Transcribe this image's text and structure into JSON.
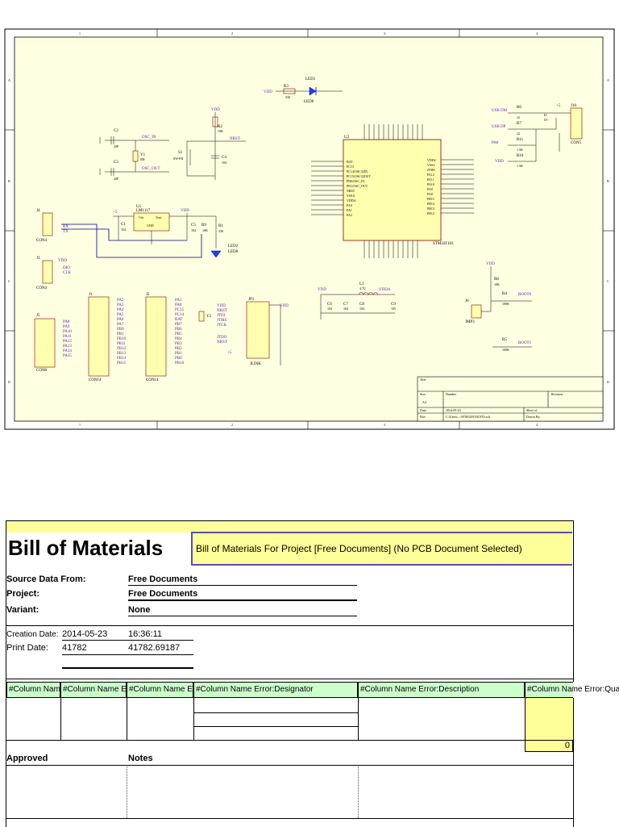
{
  "schematic": {
    "border_numbers": [
      "1",
      "2",
      "3",
      "4"
    ],
    "border_letters": [
      "A",
      "B",
      "C",
      "D"
    ],
    "title_block": {
      "title_label": "Title",
      "size_label": "Size",
      "number_label": "Number",
      "revision_label": "Revision",
      "size_value": "A4",
      "date_label": "Date:",
      "date_value": "2014-05-23",
      "sheet_label": "Sheet    of",
      "file_label": "File:",
      "file_value": "C:\\Users\\...\\STM32F103C8T6.sch",
      "drawn_label": "Drawn By:"
    },
    "parts": {
      "u2": "U2",
      "u2_part": "STM32F103",
      "u1": "U1",
      "u1_part": "LM1117",
      "u1_vin": "Vin",
      "u1_vout": "Vout",
      "u1_gnd": "GND",
      "r1": "R1",
      "r1_val": "330",
      "r2": "R2",
      "r2_val": "10K",
      "r3": "R3",
      "r3_val": "330",
      "r4": "R4",
      "r4_val": "100K",
      "r5": "R5",
      "r5_val": "100K",
      "r6": "R6",
      "r6_val": "22",
      "r7": "R7",
      "r7_val": "22",
      "r8": "R8",
      "r8_val": "10K",
      "r9": "R9",
      "r9_val": "10K",
      "r10": "R10",
      "r10_val": "1.5K",
      "r11": "R11",
      "r11_val": "1.5K",
      "c1": "C1",
      "c1_val": "104",
      "c2": "C2",
      "c2_val": "20P",
      "c3": "C3",
      "c3_val": "20P",
      "c4": "C4",
      "c4_val": "104",
      "c5": "C5",
      "c5_val": "104",
      "c6": "C6",
      "c6_val": "104",
      "c7": "C7",
      "c7_val": "104",
      "c8": "C8",
      "c8_val": "104",
      "c9": "C9",
      "c9_val": "105",
      "l1": "L1",
      "l1_val": "4.7U",
      "y1": "Y1",
      "y1_val": "8M",
      "y2": "Y2",
      "s1": "S1",
      "s1_val": "SW-PB",
      "led1": "LED1",
      "led0": "LED0",
      "led2": "LED2",
      "j1": "J1",
      "j2": "J2",
      "j3": "J3",
      "j4": "J4",
      "j5": "J5",
      "j6": "J6",
      "j10": "J10",
      "jp1": "JP1",
      "con4": "CON4",
      "con4b": "CON4",
      "con8": "CON8",
      "con14": "CON14",
      "con14b": "CON14",
      "con5": "CON5",
      "jlink": "JLINK",
      "jmp3": "JMP3"
    },
    "nets": {
      "vdd": "VDD",
      "vdda": "VDDA",
      "nrst": "NRST",
      "osc_in": "OSC_IN",
      "osc_out": "OSC_OUT",
      "boot0": "BOOT0",
      "boot1": "BOOT1",
      "usb_dm": "USB DM",
      "usb_dp": "USB DP",
      "pa8": "PA8",
      "dio": "DIO",
      "clk": "CLK",
      "rx": "RX",
      "tx": "TX",
      "plus5": "+5",
      "dm": "D-",
      "dp": "D+"
    },
    "u2_left_pins": [
      "BAT",
      "PC13",
      "PC14/OSC32IN",
      "PC15/OSC32OUT",
      "PD0/OSC_IN",
      "PD1/OSC_OUT",
      "NRST",
      "VSSA",
      "VDDA",
      "PA0",
      "PA1",
      "PA2"
    ],
    "u2_right_pins": [
      "VDD2",
      "VSS2",
      "JTMS",
      "PA12",
      "PA11",
      "PA10",
      "PA9",
      "PA8",
      "PB15",
      "PB14",
      "PB13",
      "PB12"
    ],
    "j5_pins": [
      "PA8",
      "PA9",
      "PA10",
      "PA11",
      "PA12",
      "PA13",
      "PA14",
      "PA15"
    ],
    "j1_pins": [
      "PA2",
      "PA3",
      "PA4",
      "PA5",
      "PA6",
      "PA7",
      "PB0",
      "PB1",
      "PB10",
      "PB11",
      "PB12",
      "PB13",
      "PB14",
      "PB15"
    ],
    "j2_pins": [
      "PA1",
      "PA0",
      "PC15",
      "PC14",
      "BAT",
      "PB7",
      "PB6",
      "PB5",
      "PB4",
      "PB3",
      "PB2",
      "PB1",
      "PB0",
      "PB10"
    ],
    "jp1_signals": [
      "VDD",
      "NRST",
      "JTDI",
      "JTMS",
      "JTCK",
      "JTDO",
      "NRST"
    ]
  },
  "bom": {
    "title": "Bill of Materials",
    "subtitle": "Bill of Materials For Project [Free Documents] (No PCB Document Selected)",
    "source_label": "Source Data From:",
    "source_value": "Free Documents",
    "project_label": "Project:",
    "project_value": "Free Documents",
    "variant_label": "Variant:",
    "variant_value": "None",
    "creation_label": "Creation Date:",
    "creation_date": "2014-05-23",
    "creation_time": "16:36:11",
    "print_label": "Print Date:",
    "print_date": "41782",
    "print_time": "41782.69187",
    "columns": [
      "#Column Name Error:Comment",
      "#Column Name Error:Footprint",
      "#Column Name Error:LibRef",
      "#Column Name Error:Designator",
      "#Column Name Error:Description",
      "#Column Name Error:Quantity"
    ],
    "quantity_total": "0",
    "approved_label": "Approved",
    "notes_label": "Notes"
  }
}
